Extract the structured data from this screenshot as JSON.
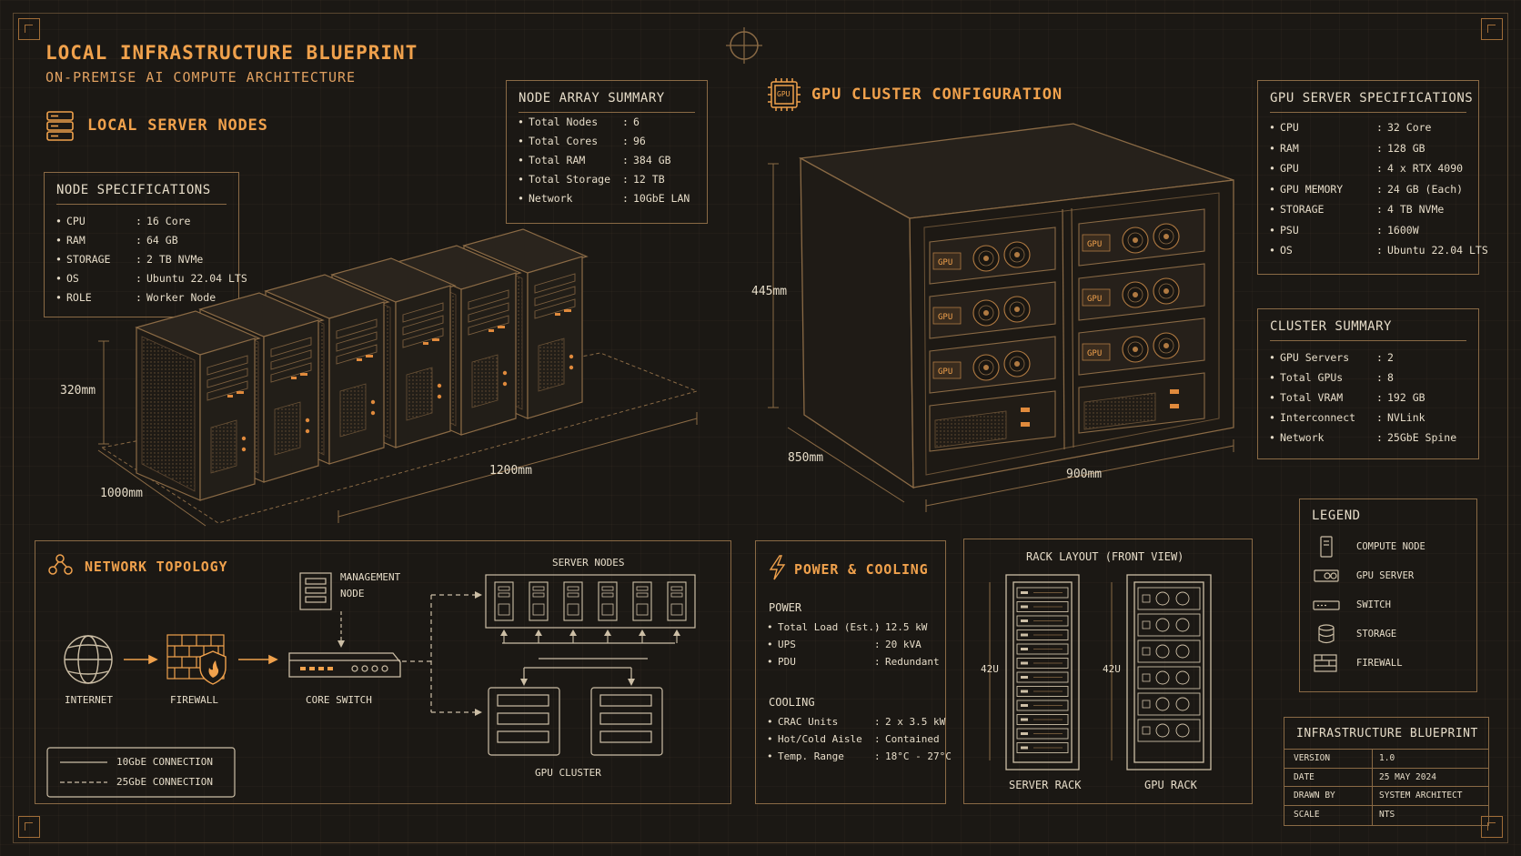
{
  "header": {
    "title": "LOCAL INFRASTRUCTURE BLUEPRINT",
    "subtitle": "ON-PREMISE AI COMPUTE ARCHITECTURE"
  },
  "local_nodes": {
    "title": "LOCAL SERVER NODES",
    "icon": "server-stack-icon",
    "dims": {
      "height": "320mm",
      "depth": "1000mm",
      "width": "1200mm"
    }
  },
  "node_specs": {
    "title": "NODE SPECIFICATIONS",
    "rows": [
      {
        "k": "CPU",
        "v": "16 Core"
      },
      {
        "k": "RAM",
        "v": "64 GB"
      },
      {
        "k": "STORAGE",
        "v": "2 TB NVMe"
      },
      {
        "k": "OS",
        "v": "Ubuntu 22.04 LTS"
      },
      {
        "k": "ROLE",
        "v": "Worker Node"
      }
    ]
  },
  "node_array": {
    "title": "NODE ARRAY SUMMARY",
    "rows": [
      {
        "k": "Total Nodes",
        "v": "6"
      },
      {
        "k": "Total Cores",
        "v": "96"
      },
      {
        "k": "Total RAM",
        "v": "384 GB"
      },
      {
        "k": "Total Storage",
        "v": "12 TB"
      },
      {
        "k": "Network",
        "v": "10GbE LAN"
      }
    ]
  },
  "gpu_cluster": {
    "title": "GPU CLUSTER CONFIGURATION",
    "chip_label": "GPU",
    "card_label": "GPU",
    "dims": {
      "height": "445mm",
      "depth": "850mm",
      "width": "900mm"
    }
  },
  "gpu_specs": {
    "title": "GPU SERVER SPECIFICATIONS",
    "rows": [
      {
        "k": "CPU",
        "v": "32 Core"
      },
      {
        "k": "RAM",
        "v": "128 GB"
      },
      {
        "k": "GPU",
        "v": "4 x RTX 4090"
      },
      {
        "k": "GPU MEMORY",
        "v": "24 GB (Each)"
      },
      {
        "k": "STORAGE",
        "v": "4 TB NVMe"
      },
      {
        "k": "PSU",
        "v": "1600W"
      },
      {
        "k": "OS",
        "v": "Ubuntu 22.04 LTS"
      }
    ]
  },
  "cluster_summary": {
    "title": "CLUSTER SUMMARY",
    "rows": [
      {
        "k": "GPU Servers",
        "v": "2"
      },
      {
        "k": "Total GPUs",
        "v": "8"
      },
      {
        "k": "Total VRAM",
        "v": "192 GB"
      },
      {
        "k": "Interconnect",
        "v": "NVLink"
      },
      {
        "k": "Network",
        "v": "25GbE Spine"
      }
    ]
  },
  "network": {
    "title": "NETWORK TOPOLOGY",
    "internet": "INTERNET",
    "firewall": "FIREWALL",
    "core_switch": "CORE SWITCH",
    "management_line1": "MANAGEMENT",
    "management_line2": "NODE",
    "server_nodes": "SERVER NODES",
    "gpu_cluster": "GPU CLUSTER",
    "legend_10g": "10GbE CONNECTION",
    "legend_25g": "25GbE CONNECTION"
  },
  "power": {
    "title": "POWER & COOLING",
    "power_heading": "POWER",
    "power_rows": [
      {
        "k": "Total Load (Est.)",
        "v": "12.5 kW"
      },
      {
        "k": "UPS",
        "v": "20 kVA"
      },
      {
        "k": "PDU",
        "v": "Redundant"
      }
    ],
    "cooling_heading": "COOLING",
    "cooling_rows": [
      {
        "k": "CRAC Units",
        "v": "2 x 3.5 kW"
      },
      {
        "k": "Hot/Cold Aisle",
        "v": "Contained"
      },
      {
        "k": "Temp. Range",
        "v": "18°C - 27°C"
      }
    ]
  },
  "rack_layout": {
    "title": "RACK LAYOUT (FRONT VIEW)",
    "server_rack": "SERVER RACK",
    "gpu_rack": "GPU RACK",
    "height_label": "42U"
  },
  "legend": {
    "title": "LEGEND",
    "items": [
      {
        "label": "COMPUTE NODE",
        "icon": "compute-node-icon"
      },
      {
        "label": "GPU SERVER",
        "icon": "gpu-server-icon"
      },
      {
        "label": "SWITCH",
        "icon": "switch-icon"
      },
      {
        "label": "STORAGE",
        "icon": "storage-icon"
      },
      {
        "label": "FIREWALL",
        "icon": "firewall-icon"
      }
    ]
  },
  "title_block": {
    "title": "INFRASTRUCTURE BLUEPRINT",
    "rows": [
      {
        "k": "VERSION",
        "v": "1.0"
      },
      {
        "k": "DATE",
        "v": "25 MAY 2024"
      },
      {
        "k": "DRAWN BY",
        "v": "SYSTEM ARCHITECT"
      },
      {
        "k": "SCALE",
        "v": "NTS"
      }
    ]
  },
  "colors": {
    "accent": "#f0a14c",
    "line": "#8a6a45",
    "background": "#1b1814",
    "text": "#e6dcc8"
  }
}
